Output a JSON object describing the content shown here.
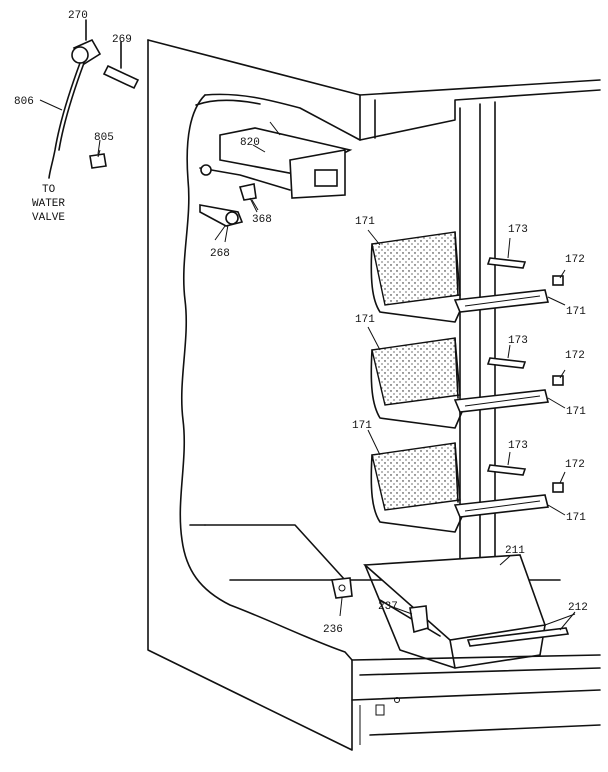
{
  "callouts": {
    "p270": "270",
    "p269": "269",
    "p806": "806",
    "p805": "805",
    "water_valve_line1": "TO",
    "water_valve_line2": "WATER",
    "water_valve_line3": "VALVE",
    "p820": "820",
    "p368": "368",
    "p268": "268",
    "p171_a": "171",
    "p173_a": "173",
    "p172_a": "172",
    "p171_b": "171",
    "p171_c": "171",
    "p173_b": "173",
    "p172_b": "172",
    "p171_d": "171",
    "p171_e": "171",
    "p173_c": "173",
    "p172_c": "172",
    "p171_f": "171",
    "p211": "211",
    "p212": "212",
    "p237": "237",
    "p236": "236"
  },
  "colors": {
    "ink": "#111111",
    "paper": "#ffffff"
  }
}
